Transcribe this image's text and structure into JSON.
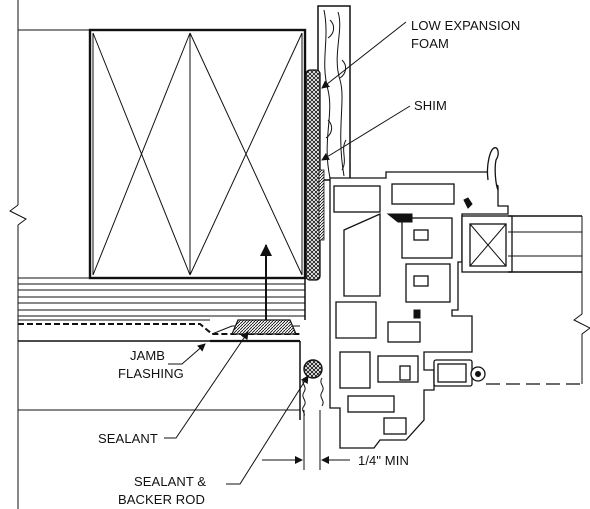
{
  "labels": {
    "low_expansion_foam_1": "LOW EXPANSION",
    "low_expansion_foam_2": "FOAM",
    "shim": "SHIM",
    "jamb_flashing_1": "JAMB",
    "jamb_flashing_2": "FLASHING",
    "sealant": "SEALANT",
    "sealant_backer_1": "SEALANT &",
    "sealant_backer_2": "BACKER ROD",
    "gap_dimension": "1/4\" MIN"
  },
  "colors": {
    "line": "#111111",
    "background": "#ffffff"
  }
}
